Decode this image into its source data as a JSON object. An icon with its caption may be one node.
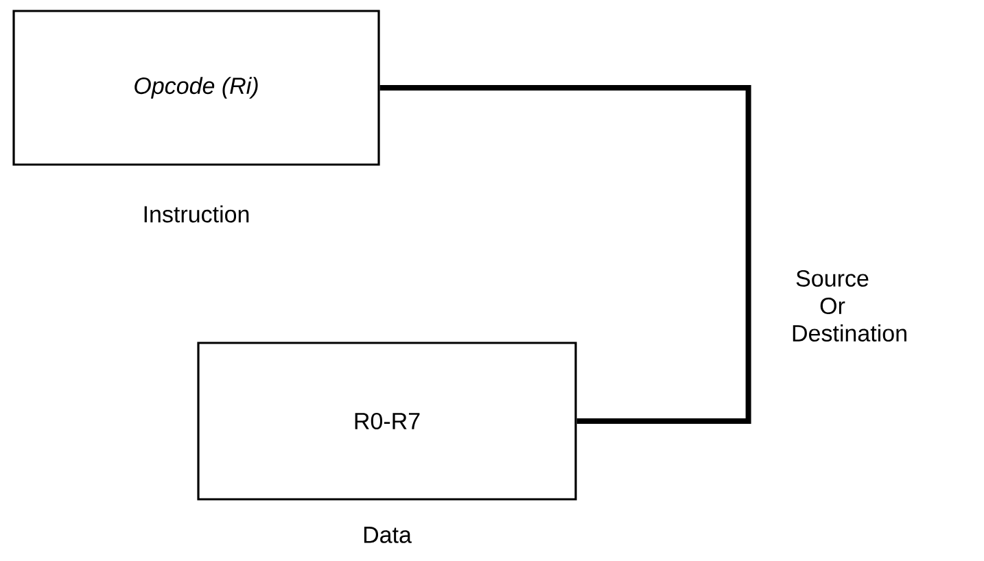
{
  "diagram": {
    "nodes": [
      {
        "text": [
          "Opcode (Ri)"
        ],
        "beside": [
          "Instruction"
        ]
      },
      {
        "text": [
          "R0-R7"
        ],
        "beside": [
          "Data"
        ]
      }
    ],
    "edges": [
      {
        "from": 0,
        "to": 1,
        "arrow": "none",
        "label": "Source Or Destination"
      }
    ]
  }
}
